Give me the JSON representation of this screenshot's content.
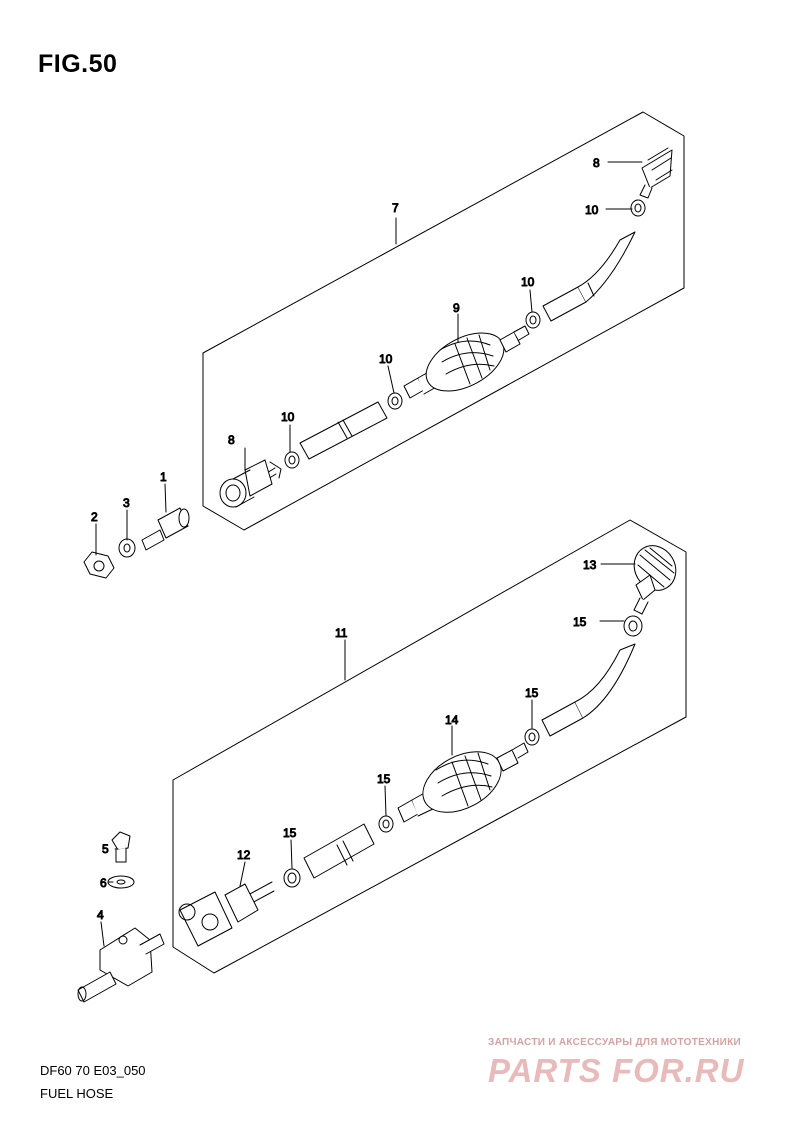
{
  "figure": {
    "title": "FIG.50"
  },
  "footer": {
    "code": "DF60 70 E03_050",
    "name": "FUEL HOSE"
  },
  "watermark": {
    "caption": "ЗАПЧАСТИ И АКСЕССУАРЫ ДЛЯ МОТОТЕХНИКИ",
    "logo": "PARTS FOR.RU"
  },
  "callouts": {
    "c1": "1",
    "c2": "2",
    "c3": "3",
    "c4": "4",
    "c5": "5",
    "c6": "6",
    "c7": "7",
    "c8a": "8",
    "c8b": "8",
    "c9": "9",
    "c10a": "10",
    "c10b": "10",
    "c10c": "10",
    "c10d": "10",
    "c11": "11",
    "c12": "12",
    "c13": "13",
    "c14": "14",
    "c15a": "15",
    "c15b": "15",
    "c15c": "15",
    "c15d": "15"
  },
  "colors": {
    "line": "#000000",
    "watermark": "#eab9b9"
  },
  "icons": {
    "part-1": "hose-connector-icon",
    "part-2": "hex-nut-icon",
    "part-3": "washer-icon",
    "part-4": "fuel-joint-icon",
    "part-5": "bolt-icon",
    "part-6": "washer-icon",
    "part-8": "fuel-connector-icon",
    "part-9": "primer-bulb-icon",
    "part-10": "hose-clip-icon",
    "part-12": "tank-connector-icon",
    "part-13": "fuel-connector-icon",
    "part-14": "primer-bulb-icon",
    "part-15": "hose-clip-icon"
  }
}
